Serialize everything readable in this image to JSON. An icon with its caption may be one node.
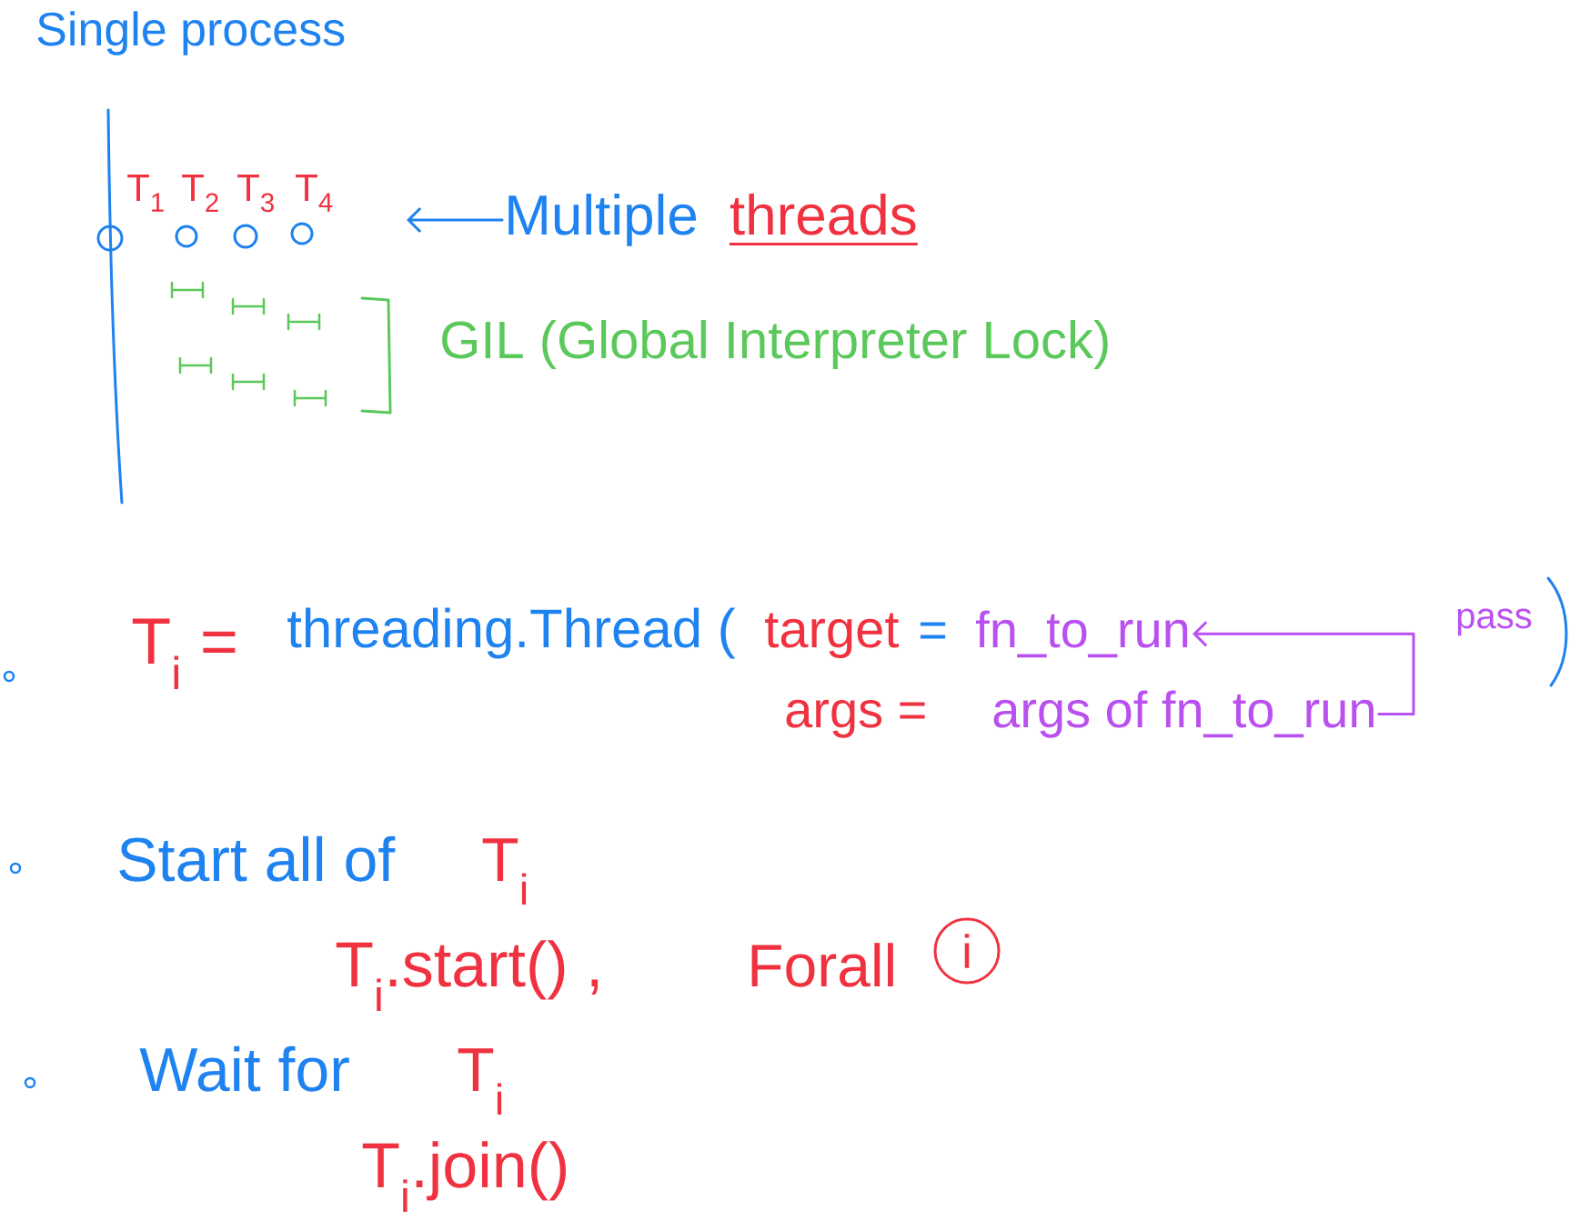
{
  "diagram": {
    "title": "Single process",
    "nodes": [
      {
        "text": [],
        "shape": "circle",
        "beside": [
          "T$_{1}$"
        ]
      },
      {
        "text": [],
        "shape": "circle",
        "beside": [
          "T$_{2}$"
        ]
      },
      {
        "text": [],
        "shape": "circle",
        "beside": [
          "T$_{3}$"
        ]
      },
      {
        "text": [],
        "shape": "circle",
        "beside": [
          "T$_{4}$"
        ]
      },
      {
        "text": [
          "Multiple",
          "threads"
        ]
      },
      {
        "text": [
          "fn_to_run"
        ]
      },
      {
        "text": [
          "args of fn_to_run"
        ]
      },
      {
        "text": [
          "i"
        ]
      }
    ],
    "edges": [
      {
        "from": 4,
        "to": null,
        "arrow": "to"
      },
      {
        "from": 6,
        "to": 5,
        "arrow": "to",
        "label": "pass",
        "color": "#b950f0"
      }
    ],
    "labels": [
      "GIL (Global Interpreter Lock)",
      "T$_{i}$ =",
      "threading.Thread (",
      "target",
      "=",
      "args =",
      "Start all of",
      "T$_{i}$",
      "T$_{i}$.start() ,",
      "Forall",
      "Wait for",
      "T$_{i}$",
      "T$_{i}$.join()"
    ]
  }
}
